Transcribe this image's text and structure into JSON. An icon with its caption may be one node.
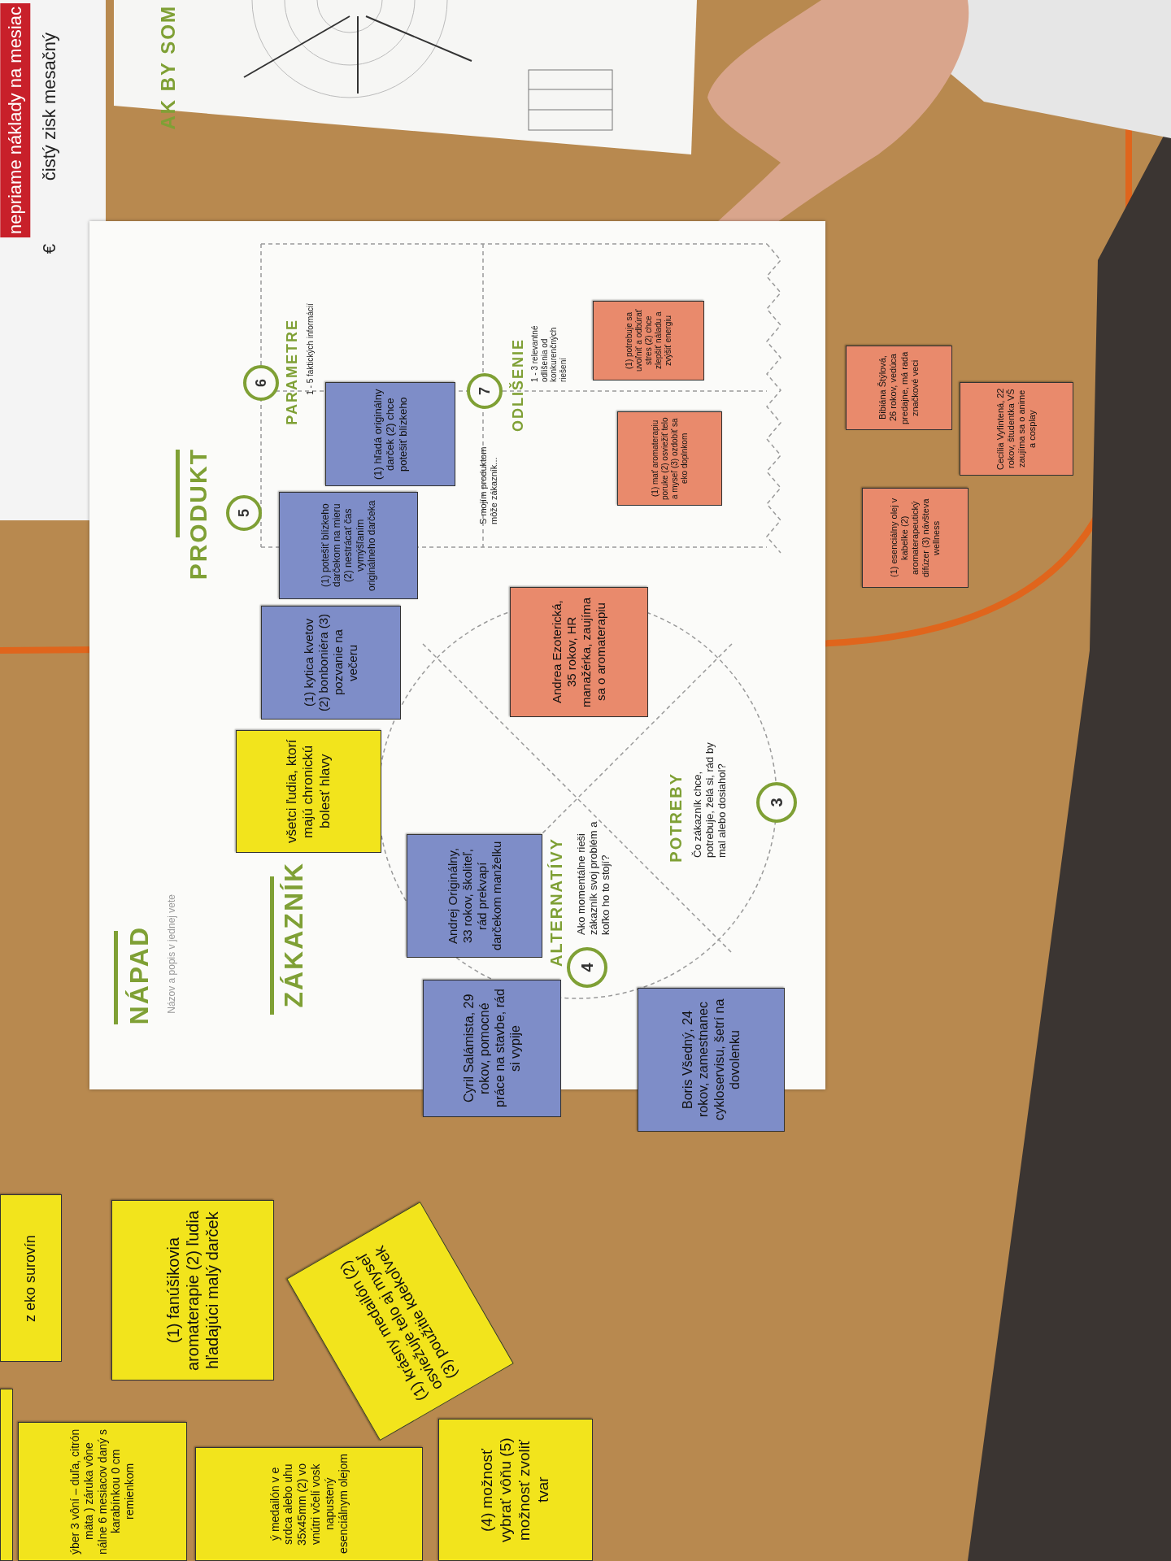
{
  "diagram": {
    "nodes": [
      {
        "text": [],
        "shape": "box"
      },
      {
        "text": [
          "5"
        ],
        "in": 0
      },
      {
        "text": [
          "6"
        ],
        "in": 0,
        "beside": [
          "PARAMETRE"
        ]
      },
      {
        "text": [
          "7"
        ],
        "in": 0,
        "beside": [
          "ODLIŠENIE"
        ]
      },
      {
        "text": [
          "3"
        ],
        "in": 0
      },
      {
        "text": [
          "4"
        ],
        "in": 0,
        "beside": [
          "ALTERNATÍVY"
        ]
      },
      {
        "text": [
          "všetci ľudia, ktorí majú chronickú bolesť hlavy"
        ],
        "in": 0
      },
      {
        "text": [
          "(1) kytica kvetov (2) bonboniéra (3) pozvanie na večeru"
        ],
        "in": 0
      },
      {
        "text": [
          "(1) potešiť blízkeho darčekom na mieru (2) nestrácať čas vymýšľaním originálneho darčeka"
        ],
        "in": 0
      },
      {
        "text": [
          "(1) hľadá originálny darček (2) chce potešiť blízkeho"
        ],
        "in": 0
      },
      {
        "text": [
          "(1) potrebuje sa uvoľniť a odbúrať stres (2) chce zlepšiť náladu a zvýšiť energiu"
        ],
        "in": 0
      },
      {
        "text": [
          "(1) mať aromaterapiu poruke (2) osviežiť telo a myseľ (3) ozdobiť sa eko doplnkom"
        ],
        "in": 0
      },
      {
        "text": [
          "Andrea Ezoterická, 35 rokov, HR manažérka, zaujíma sa o aromaterapiu"
        ],
        "in": 0
      },
      {
        "text": [
          "Andrej Originálny, 33 rokov, školiteľ, rád prekvapí darčekom manželku"
        ],
        "in": 0
      },
      {
        "text": [
          "Cyril Salámista, 29 rokov, pomocné práce na stavbe, rád si vypije"
        ]
      },
      {
        "text": [
          "Boris Všedný, 24 rokov, zamestnanec cykloservisu, šetrí na dovolenku"
        ]
      },
      {
        "text": [
          "Bibiána Štýlová, 26 rokov, vedúca predajne, má rada značkové veci"
        ]
      },
      {
        "text": [
          "Cecília Vyfintená, 22 rokov, študentka VŠ zaujíma sa o anime a cosplay"
        ]
      },
      {
        "text": [
          "(1) esenciálny olej v kabelke (2) aromaterapeutický difúzer (3) návšteva wellness"
        ]
      },
      {
        "text": [
          "z eko surovín"
        ]
      },
      {
        "text": [
          "(1) fanúšikovia aromaterapie (2) ľudia hľadajúci malý darček"
        ]
      },
      {
        "text": [
          "(1) krásny medailón (2) osviežuje telo aj myseľ (3) použitie kdekoľvek"
        ]
      },
      {
        "text": [
          "(4) možnosť vybrať vôňu (5) možnosť zvoliť tvar"
        ]
      },
      {
        "text": [
          "ýber 3 vôní – duľa, citrón mäta ) záruka vône nálne 6 mesiacov daný s karabínkou 0 cm remienkom"
        ]
      },
      {
        "text": [
          "ý medailón v e srdca alebo uhu 35x45mm (2) vo vnútri včelí vosk napustený esenciálnym olejom"
        ]
      },
      {
        "text": [],
        "shape": "box"
      }
    ],
    "labels": [
      "nepriame náklady na mesiac",
      "€",
      "čistý zisk mesačný",
      "AK BY SOM",
      "PRODUKT",
      "1 - 5 faktických informácií",
      "1 - 3 relevantné odlišenia od konkurenčných riešení",
      "S mojím produktom môže zákazník...",
      "NÁPAD",
      "Názov a popis v jednej vete",
      "ZÁKAZNÍK",
      "Ako momentálne rieši zákazník svoj problém a koľko ho to stojí?",
      "POTREBY",
      "Čo zákazník chce, potrebuje, želá si, rád by mal alebo dosiahol?"
    ]
  }
}
